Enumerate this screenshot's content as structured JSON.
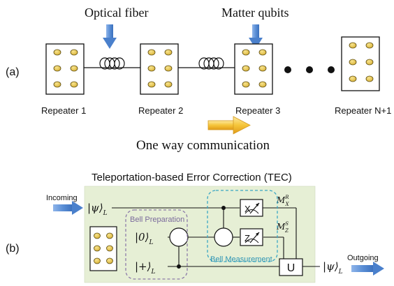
{
  "colors": {
    "box_stroke": "#111111",
    "qubit_fill": "#ecc94a",
    "qubit_stroke": "#5a4a10",
    "blue_arrow": "#5b8fd6",
    "yellow_arrow": "#f5c53a",
    "tec_background": "#e6efd5",
    "bell_prep_border": "#8c7aa9",
    "bell_meas_border": "#39a6c4",
    "bell_prep_text": "#7a6a9c",
    "bell_meas_text": "#2f95b4"
  },
  "icons": {
    "fiber_coil": "optical-fiber-coil-icon",
    "meter": "measurement-meter-icon",
    "dots": "ellipsis-dots-icon"
  },
  "panel_a": {
    "label": "(a)",
    "fiber_label": "Optical fiber",
    "qubits_label": "Matter qubits",
    "repeaters": [
      {
        "name": "Repeater 1"
      },
      {
        "name": "Repeater 2"
      },
      {
        "name": "Repeater 3"
      },
      {
        "name": "Repeater N+1"
      }
    ],
    "communication_label": "One way communication"
  },
  "panel_b": {
    "label": "(b)",
    "title": "Teleportation-based Error Correction (TEC)",
    "incoming": "Incoming",
    "outgoing": "Outgoing",
    "bell_preparation": "Bell Preparation",
    "bell_measurement": "Bell Measurement",
    "psi_in": "|ψ⟩",
    "psi_out": "|ψ⟩",
    "ket_zero": "|0⟩",
    "ket_plus": "|+⟩",
    "subscript_l": "L",
    "meter_x": "X",
    "meter_z": "Z",
    "mx_main": "M",
    "mx_sub": "X",
    "mx_sup": "R",
    "mz_main": "M",
    "mz_sub": "Z",
    "mz_sup": "S",
    "unitary": "U"
  }
}
